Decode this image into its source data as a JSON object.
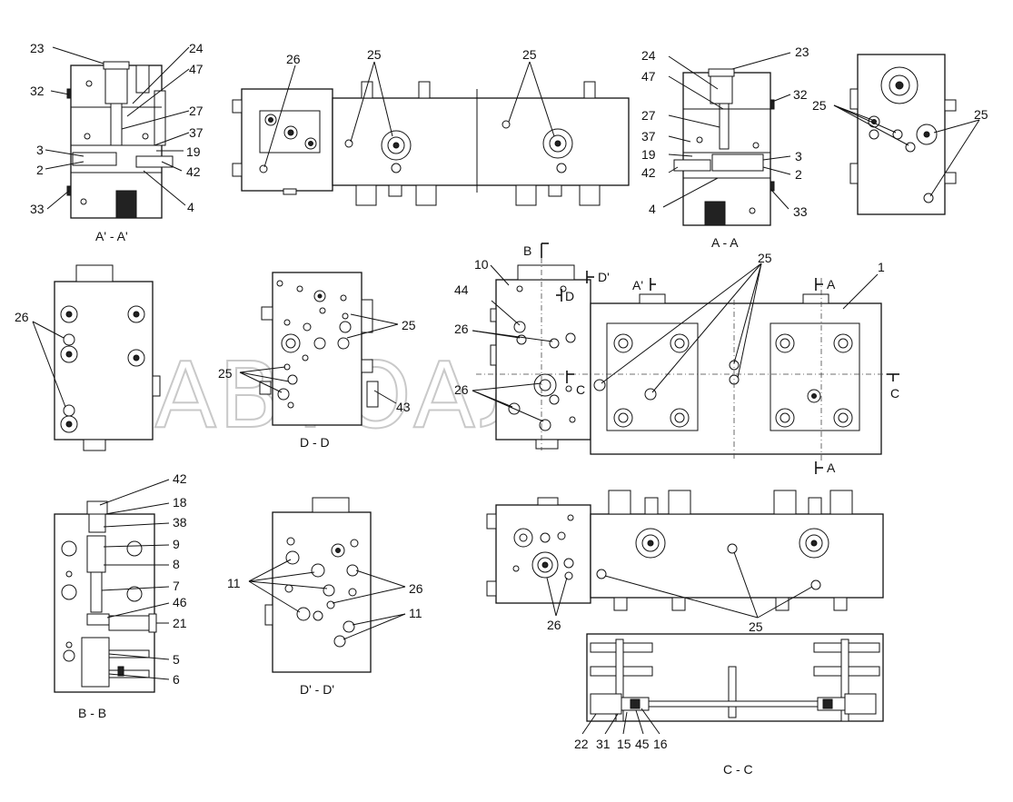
{
  "watermark": "АВТОАЛЬЯНС",
  "views": {
    "a1": "A' - A'",
    "a": "A - A",
    "dd": "D - D",
    "bb": "B - B",
    "d1": "D' - D'",
    "cc": "C - C"
  },
  "section_marks": {
    "b": "B",
    "d1": "D'",
    "d": "D",
    "a1": "A'",
    "a_top": "A",
    "a_bottom": "A",
    "c_left": "C",
    "c_right": "C"
  },
  "callouts": {
    "n1": "1",
    "n2": "2",
    "n3": "3",
    "n4": "4",
    "n5": "5",
    "n6": "6",
    "n7": "7",
    "n8": "8",
    "n9": "9",
    "n10": "10",
    "n11": "11",
    "n15": "15",
    "n16": "16",
    "n18": "18",
    "n19": "19",
    "n21": "21",
    "n22": "22",
    "n23": "23",
    "n24": "24",
    "n25": "25",
    "n26": "26",
    "n27": "27",
    "n31": "31",
    "n32": "32",
    "n33": "33",
    "n37": "37",
    "n38": "38",
    "n42": "42",
    "n43": "43",
    "n44": "44",
    "n45": "45",
    "n46": "46",
    "n47": "47"
  }
}
